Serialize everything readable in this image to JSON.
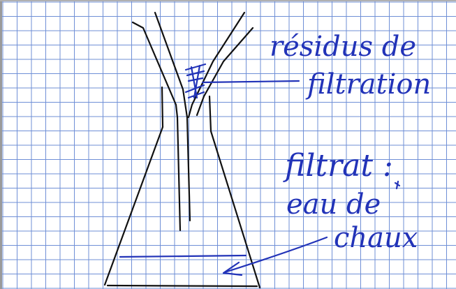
{
  "colors": {
    "paper": "#ffffff",
    "grid": "#6f8fd6",
    "ink_black": "#111111",
    "ink_blue": "#2233b8",
    "frame": "#9a9a9a"
  },
  "labels": {
    "residue_line1": "résidus de",
    "residue_line2": "filtration",
    "filtrate_title": "filtrat :",
    "filtrate_line1": "eau de",
    "filtrate_line2": "chaux"
  }
}
